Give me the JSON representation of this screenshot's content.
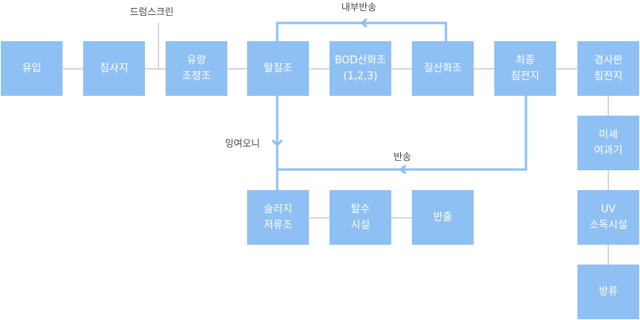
{
  "colors": {
    "box": "#8fc0f4",
    "thin_line": "#cccccc",
    "flow_line": "#8fc0f4",
    "text": "#444444",
    "box_text": "#ffffff"
  },
  "steps": {
    "inflow": {
      "line1": "유입"
    },
    "screen": {
      "line1": "침사지"
    },
    "flow_control": {
      "line1": "유량",
      "line2": "조정조"
    },
    "denitrification": {
      "line1": "탈질조"
    },
    "bod_oxidation": {
      "line1": "BOD산화조",
      "line2": "(1,2,3)"
    },
    "nitrification": {
      "line1": "질산화조"
    },
    "final_clarifier": {
      "line1": "최종",
      "line2": "침전지"
    },
    "press_clarifier": {
      "line1": "경사판",
      "line2": "침전지"
    },
    "micro_filter": {
      "line1": "미세",
      "line2": "여과기"
    },
    "uv_disinfection": {
      "line1": "UV",
      "line2": "소독시설"
    },
    "discharge": {
      "line1": "방류"
    },
    "sludge_storage": {
      "line1": "슬러지",
      "line2": "저류조"
    },
    "dewatering": {
      "line1": "탈수",
      "line2": "시설"
    },
    "export": {
      "line1": "반출"
    }
  },
  "labels": {
    "drum_screen": "드럼스크린",
    "internal_return": "내부반송",
    "excess_sludge": "잉여오니",
    "return": "반송"
  },
  "icons": {
    "arrow": "chevron-arrow"
  }
}
